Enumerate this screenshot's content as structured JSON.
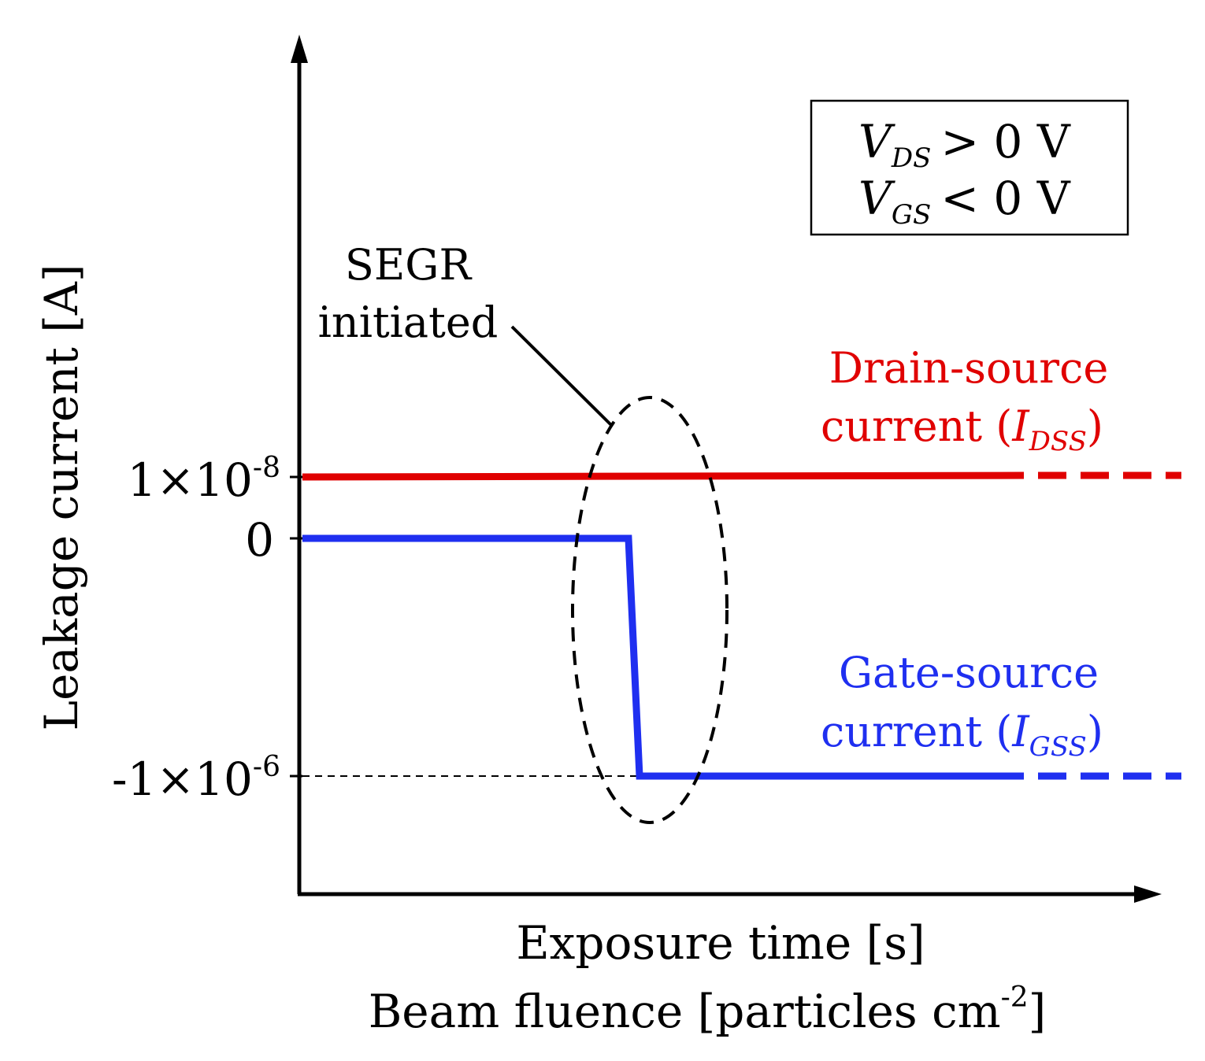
{
  "axes": {
    "y_label": "Leakage current [A]",
    "x_label_line1": "Exposure time [s]",
    "x_label_line2_text": "Beam fluence [particles cm",
    "x_label_line2_exp": "-2",
    "x_label_line2_close": "]"
  },
  "y_ticks": {
    "t1_base": "1×10",
    "t1_exp": "-8",
    "t2": "0",
    "t3_base": "-1×10",
    "t3_exp": "-6"
  },
  "conditions_box": {
    "line1_v": "V",
    "line1_sub": "DS",
    "line1_rel": "> 0 V",
    "line2_v": "V",
    "line2_sub": "GS",
    "line2_rel": "< 0 V"
  },
  "annotation": {
    "line1": "SEGR",
    "line2": "initiated"
  },
  "series": {
    "drain": {
      "label_line1": "Drain-source",
      "label_line2_text": "current (",
      "label_symbol": "I",
      "label_sub": "DSS",
      "label_close": ")",
      "color": "#e00000"
    },
    "gate": {
      "label_line1": "Gate-source",
      "label_line2_text": "current (",
      "label_symbol": "I",
      "label_sub": "GSS",
      "label_close": ")",
      "color": "#1f2ff0"
    }
  }
}
